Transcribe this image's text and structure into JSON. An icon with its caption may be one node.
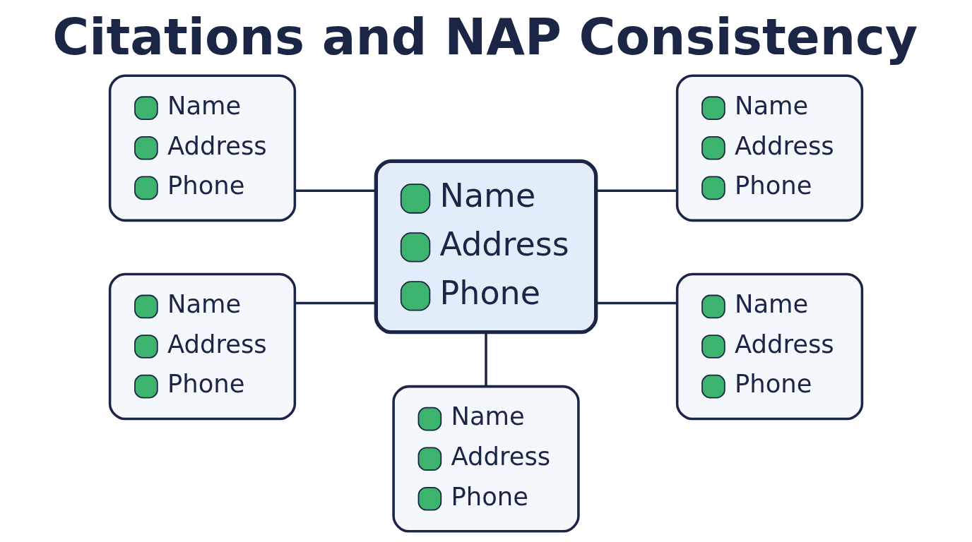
{
  "diagram": {
    "title": "Citations and NAP Consistency",
    "nodes": [
      {
        "text": [
          "Name",
          "Address",
          "Phone"
        ]
      },
      {
        "text": [
          "Name",
          "Address",
          "Phone"
        ]
      },
      {
        "text": [
          "Name",
          "Address",
          "Phone"
        ]
      },
      {
        "text": [
          "Name",
          "Address",
          "Phone"
        ]
      },
      {
        "text": [
          "Name",
          "Address",
          "Phone"
        ]
      },
      {
        "text": [
          "Name",
          "Address",
          "Phone"
        ]
      }
    ],
    "edges": [
      {
        "from": 2,
        "to": 0,
        "arrow": "none"
      },
      {
        "from": 2,
        "to": 3,
        "arrow": "none"
      },
      {
        "from": 2,
        "to": 1,
        "arrow": "none"
      },
      {
        "from": 2,
        "to": 4,
        "arrow": "none"
      },
      {
        "from": 2,
        "to": 5,
        "arrow": "none"
      }
    ]
  }
}
